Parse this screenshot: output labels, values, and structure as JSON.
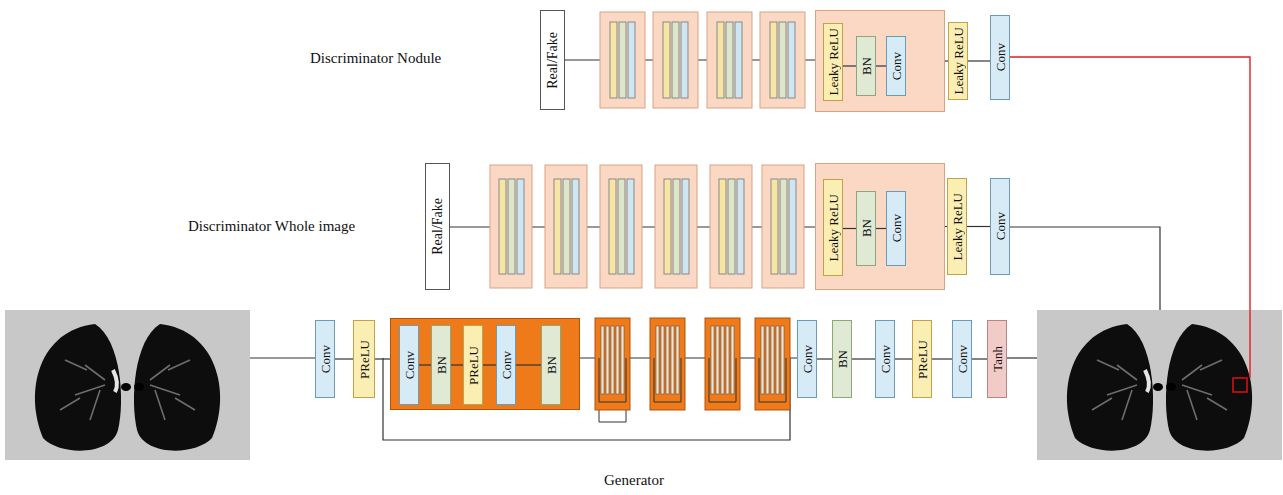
{
  "diagram": {
    "nodes": [
      {
        "text": [
          "Real/Fake"
        ]
      },
      {
        "text": []
      },
      {
        "text": [
          "Leaky ReLU"
        ],
        "in": 1
      },
      {
        "text": [
          "BN"
        ],
        "in": 1
      },
      {
        "text": [
          "Conv"
        ],
        "in": 1
      },
      {
        "text": [
          "Leaky ReLU"
        ]
      },
      {
        "text": [
          "Conv"
        ]
      },
      {
        "text": [
          "Real/Fake"
        ]
      },
      {
        "text": []
      },
      {
        "text": [
          "Leaky ReLU"
        ],
        "in": 8
      },
      {
        "text": [
          "BN"
        ],
        "in": 8
      },
      {
        "text": [
          "Conv"
        ],
        "in": 8
      },
      {
        "text": [
          "Leaky ReLU"
        ]
      },
      {
        "text": [
          "Conv"
        ]
      },
      {
        "text": [
          "Conv"
        ]
      },
      {
        "text": [
          "PReLU"
        ]
      },
      {
        "text": []
      },
      {
        "text": [
          "Conv"
        ],
        "in": 16
      },
      {
        "text": [
          "BN"
        ],
        "in": 16
      },
      {
        "text": [
          "PReLU"
        ],
        "in": 16
      },
      {
        "text": [
          "Conv"
        ],
        "in": 16
      },
      {
        "text": [
          "BN"
        ],
        "in": 16
      },
      {
        "text": [
          "Conv"
        ]
      },
      {
        "text": [
          "BN"
        ]
      },
      {
        "text": [
          "Conv"
        ]
      },
      {
        "text": [
          "PReLU"
        ]
      },
      {
        "text": [
          "Conv"
        ]
      },
      {
        "text": [
          "Tanh"
        ]
      }
    ],
    "edges": [
      {
        "from": 1,
        "to": 5,
        "arrow": "none"
      },
      {
        "from": 5,
        "to": 6,
        "arrow": "none"
      },
      {
        "from": 2,
        "to": 3,
        "arrow": "none"
      },
      {
        "from": 3,
        "to": 4,
        "arrow": "none"
      },
      {
        "from": 8,
        "to": 12,
        "arrow": "none"
      },
      {
        "from": 12,
        "to": 13,
        "arrow": "none"
      },
      {
        "from": 9,
        "to": 10,
        "arrow": "none"
      },
      {
        "from": 10,
        "to": 11,
        "arrow": "none"
      },
      {
        "from": 14,
        "to": 15,
        "arrow": "none"
      },
      {
        "from": 15,
        "to": 16,
        "arrow": "none"
      },
      {
        "from": 17,
        "to": 18,
        "arrow": "none"
      },
      {
        "from": 18,
        "to": 19,
        "arrow": "none"
      },
      {
        "from": 19,
        "to": 20,
        "arrow": "none"
      },
      {
        "from": 20,
        "to": 21,
        "arrow": "none"
      },
      {
        "from": 22,
        "to": 23,
        "arrow": "none"
      },
      {
        "from": 23,
        "to": 24,
        "arrow": "none"
      },
      {
        "from": 24,
        "to": 25,
        "arrow": "none"
      },
      {
        "from": 25,
        "to": 26,
        "arrow": "none"
      },
      {
        "from": 26,
        "to": 27,
        "arrow": "none"
      }
    ],
    "labels": [
      "Discriminator Nodule",
      "Discriminator Whole image",
      "Generator"
    ]
  }
}
